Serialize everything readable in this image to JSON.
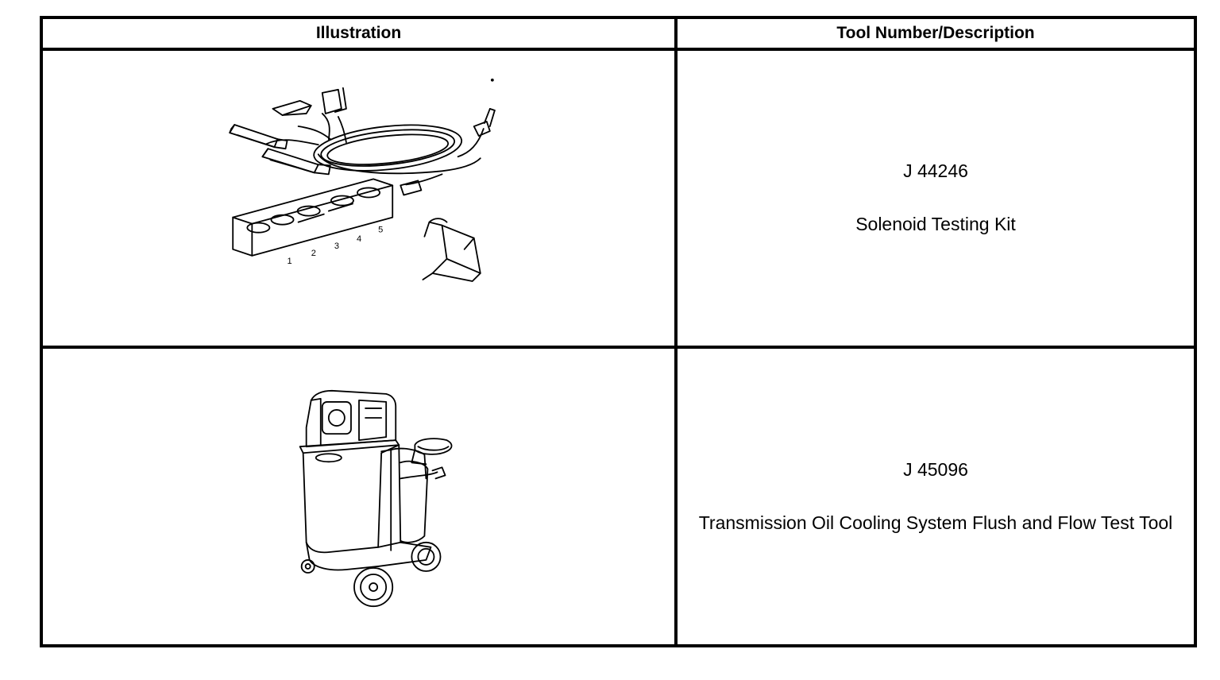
{
  "table": {
    "headers": {
      "illustration": "Illustration",
      "tool": "Tool Number/Description"
    },
    "rows": [
      {
        "illustration_icon": "solenoid-testing-kit-illustration",
        "tool_number": "J 44246",
        "description": "Solenoid Testing Kit",
        "slot_labels": [
          "1",
          "2",
          "3",
          "4",
          "5"
        ]
      },
      {
        "illustration_icon": "flush-and-flow-test-cart-illustration",
        "tool_number": "J 45096",
        "description": "Transmission Oil Cooling System Flush and Flow Test Tool"
      }
    ]
  }
}
